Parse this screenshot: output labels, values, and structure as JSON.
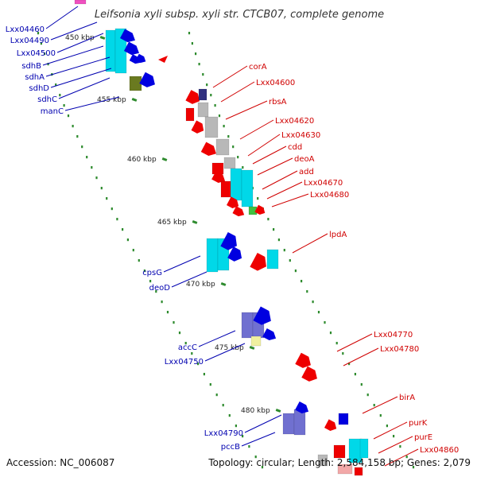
{
  "title": "Leifsonia xyli subsp. xyli str. CTCB07, complete genome",
  "footer": {
    "accession": "Accession: NC_006087",
    "stats": "Topology: circular; Length: 2,584,158 bp; Genes: 2,079"
  },
  "colors": {
    "backbone": "#8a8a8a",
    "tick": "#2e8b2e",
    "forward_label": "#0000b0",
    "reverse_label": "#d00000",
    "gene_blue": "#0000e0",
    "gene_red": "#ee0000",
    "gene_cyan": "#00d8e8",
    "gene_gray": "#b8b8b8",
    "gene_olive": "#6a7a20",
    "gene_slate": "#7070d0",
    "gene_yellow": "#f0f0a0",
    "gene_green": "#40c040",
    "gene_navy": "#303080"
  },
  "kbp_markers": [
    "450 kbp",
    "455 kbp",
    "460 kbp",
    "465 kbp",
    "470 kbp",
    "475 kbp",
    "480 kbp"
  ],
  "forward_genes": [
    {
      "label": "Lxx04460"
    },
    {
      "label": "Lxx04490"
    },
    {
      "label": "Lxx04500"
    },
    {
      "label": "sdhB"
    },
    {
      "label": "sdhA"
    },
    {
      "label": "sdhD"
    },
    {
      "label": "sdhC"
    },
    {
      "label": "manC"
    },
    {
      "label": "cpsG"
    },
    {
      "label": "deoD"
    },
    {
      "label": "accC"
    },
    {
      "label": "Lxx04750"
    },
    {
      "label": "Lxx04790"
    },
    {
      "label": "pccB"
    }
  ],
  "reverse_genes": [
    {
      "label": "corA"
    },
    {
      "label": "Lxx04600"
    },
    {
      "label": "rbsA"
    },
    {
      "label": "Lxx04620"
    },
    {
      "label": "Lxx04630"
    },
    {
      "label": "cdd"
    },
    {
      "label": "deoA"
    },
    {
      "label": "add"
    },
    {
      "label": "Lxx04670"
    },
    {
      "label": "Lxx04680"
    },
    {
      "label": "lpdA"
    },
    {
      "label": "Lxx04770"
    },
    {
      "label": "Lxx04780"
    },
    {
      "label": "birA"
    },
    {
      "label": "purK"
    },
    {
      "label": "purE"
    },
    {
      "label": "Lxx04860"
    }
  ]
}
